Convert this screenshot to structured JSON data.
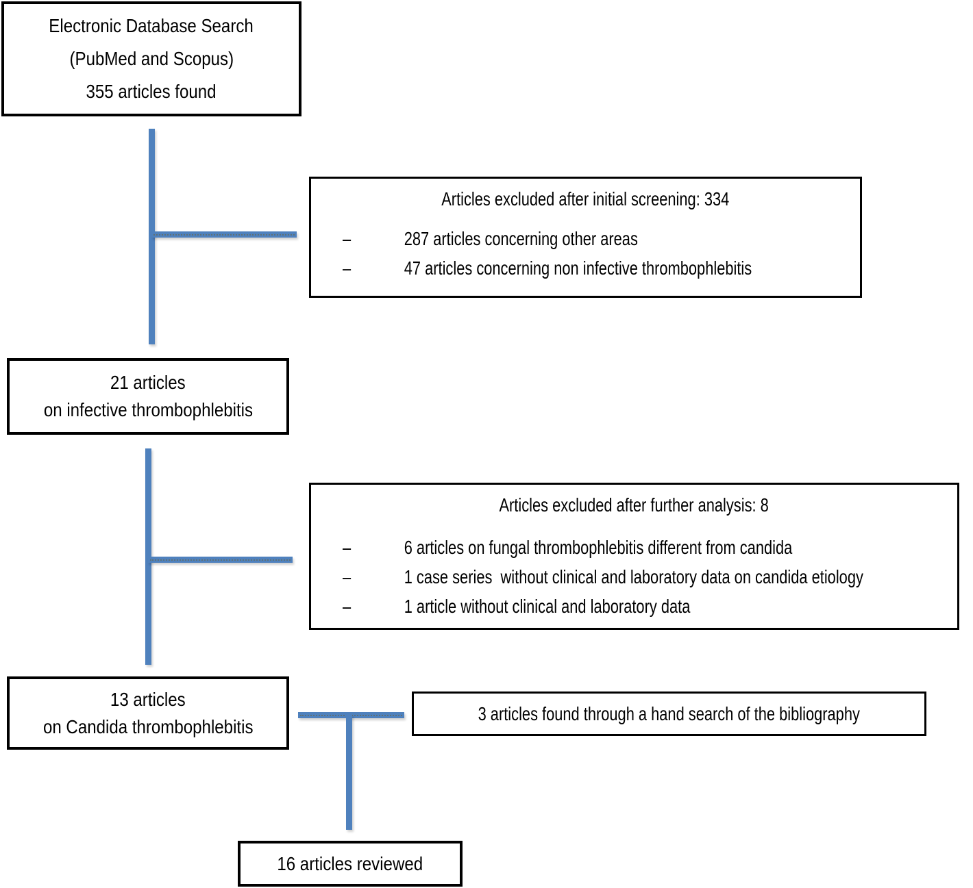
{
  "colors": {
    "connector": "#4F81BD",
    "border": "#000000",
    "text": "#000000",
    "background": "#FFFFFF"
  },
  "glyphs": {
    "dash": "–"
  },
  "boxes": {
    "database": {
      "line1": "Electronic Database Search",
      "line2": "(PubMed and Scopus)",
      "line3": "355 articles found"
    },
    "excluded_initial": {
      "title": "Articles excluded after initial screening: 334",
      "items": [
        "287 articles concerning other areas",
        "47 articles concerning non infective thrombophlebitis"
      ]
    },
    "infective": {
      "line1": "21 articles",
      "line2": "on infective thrombophlebitis"
    },
    "excluded_further": {
      "title": "Articles excluded after further analysis: 8",
      "items": [
        "6 articles on fungal thrombophlebitis different from candida",
        "1 case series  without clinical and laboratory data on candida etiology",
        "1 article without clinical and laboratory data"
      ]
    },
    "candida": {
      "line1": "13 articles",
      "line2": "on Candida thrombophlebitis"
    },
    "hand_search": {
      "text": "3 articles found through a hand search of the bibliography"
    },
    "reviewed": {
      "text": "16 articles reviewed"
    }
  }
}
